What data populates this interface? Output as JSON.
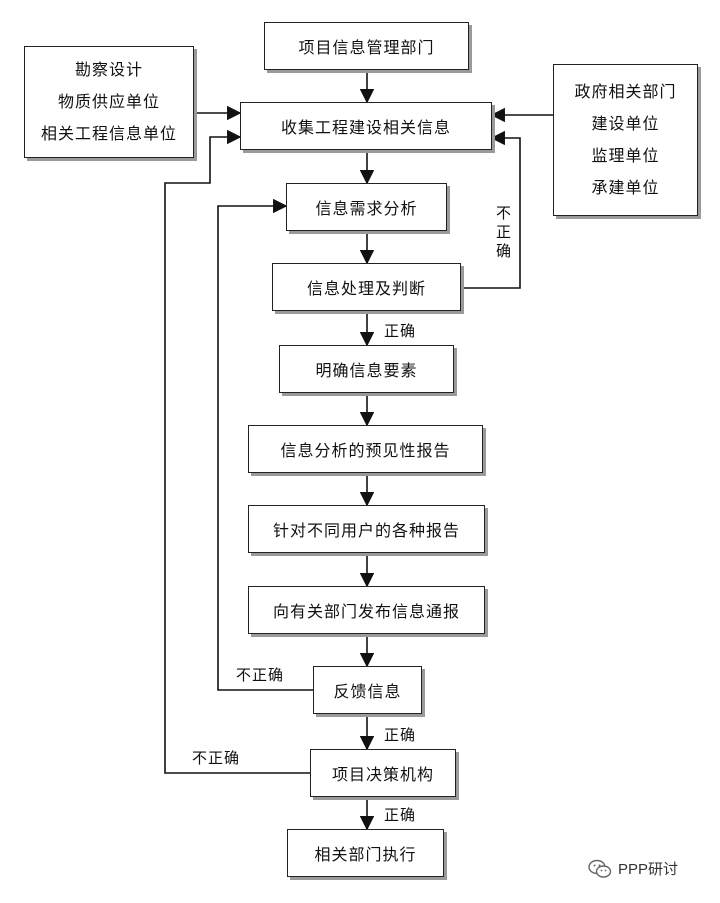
{
  "nodes": {
    "top_dept": "项目信息管理部门",
    "collect": "收集工程建设相关信息",
    "demand": "信息需求分析",
    "process": "信息处理及判断",
    "elements": "明确信息要素",
    "forecast": "信息分析的预见性报告",
    "reports": "针对不同用户的各种报告",
    "notify": "向有关部门发布信息通报",
    "feedback": "反馈信息",
    "decision": "项目决策机构",
    "execute": "相关部门执行"
  },
  "left_sources": [
    "勘察设计",
    "物质供应单位",
    "相关工程信息单位"
  ],
  "right_sources": [
    "政府相关部门",
    "建设单位",
    "监理单位",
    "承建单位"
  ],
  "labels": {
    "correct": "正确",
    "incorrect": "不正确"
  },
  "watermark": {
    "icon": "wechat-icon",
    "text": "PPP研讨"
  }
}
